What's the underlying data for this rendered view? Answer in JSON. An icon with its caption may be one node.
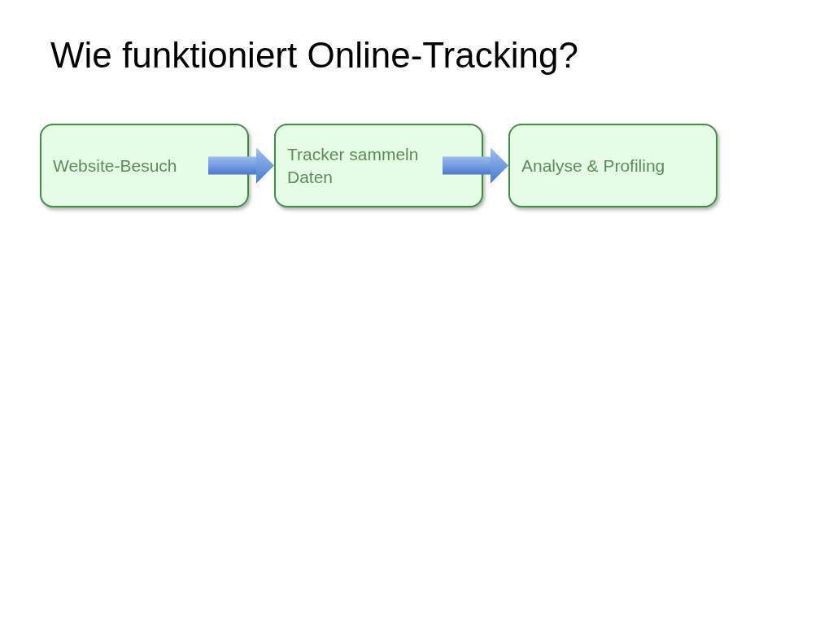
{
  "diagram": {
    "title": "Wie funktioniert Online-Tracking?",
    "nodes": [
      {
        "text": [
          "Website-Besuch"
        ]
      },
      {
        "text": [
          "Tracker sammeln Daten"
        ]
      },
      {
        "text": [
          "Analyse & Profiling"
        ]
      }
    ],
    "edges": [
      {
        "from": 0,
        "to": 1,
        "arrow": "to"
      },
      {
        "from": 1,
        "to": 2,
        "arrow": "to"
      }
    ]
  }
}
